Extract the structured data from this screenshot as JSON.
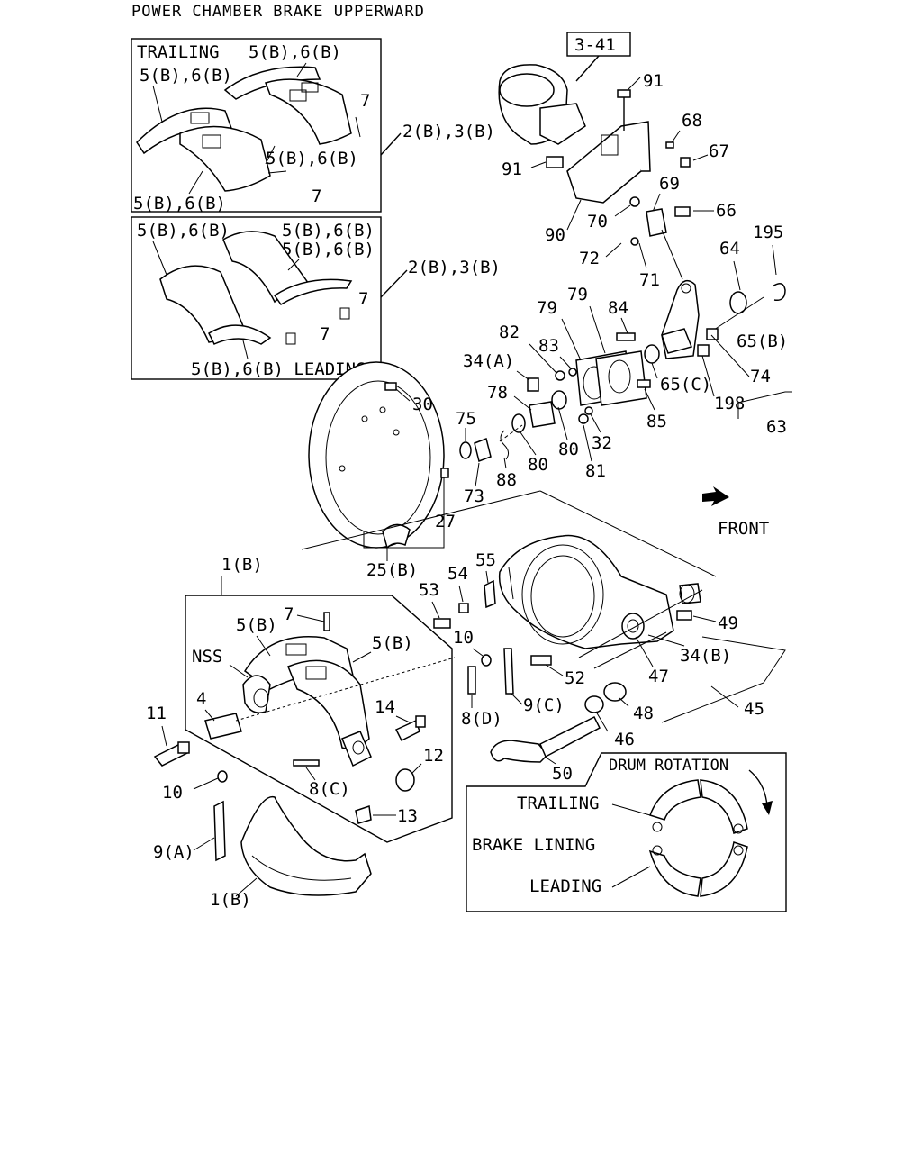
{
  "title": "POWER CHAMBER BRAKE UPPERWARD",
  "ref_box": "3-41",
  "front_label": "FRONT",
  "inset_trailing": {
    "heading": "TRAILING",
    "labels": [
      "5(B),6(B)",
      "5(B),6(B)",
      "7",
      "5(B),6(B)",
      "5(B),6(B)",
      "7"
    ]
  },
  "inset_leading": {
    "labels": [
      "5(B),6(B)",
      "5(B),6(B)",
      "5(B),6(B)",
      "7",
      "7"
    ],
    "footer": "5(B),6(B) LEADING"
  },
  "inset_rotation": {
    "heading": "DRUM ROTATION",
    "trailing": "TRAILING",
    "brake_lining": "BRAKE LINING",
    "leading": "LEADING"
  },
  "callouts": {
    "c23b_top": "2(B),3(B)",
    "c23b_mid": "2(B),3(B)",
    "c91a": "91",
    "c91b": "91",
    "c68": "68",
    "c67": "67",
    "c69": "69",
    "c66": "66",
    "c70": "70",
    "c90": "90",
    "c72": "72",
    "c71": "71",
    "c64": "64",
    "c195": "195",
    "c65b": "65(B)",
    "c79a": "79",
    "c79b": "79",
    "c84": "84",
    "c82": "82",
    "c83": "83",
    "c34a": "34(A)",
    "c74": "74",
    "c65c": "65(C)",
    "c198": "198",
    "c63": "63",
    "c30": "30",
    "c78": "78",
    "c75": "75",
    "c85": "85",
    "c32": "32",
    "c80a": "80",
    "c80b": "80",
    "c81": "81",
    "c88": "88",
    "c73": "73",
    "c27": "27",
    "c25b": "25(B)",
    "c1b_top": "1(B)",
    "c55": "55",
    "c54": "54",
    "c53": "53",
    "c49": "49",
    "c7": "7",
    "c5b_a": "5(B)",
    "c5b_b": "5(B)",
    "cnss": "NSS",
    "c10a": "10",
    "c34b": "34(B)",
    "c4": "4",
    "c52": "52",
    "c47": "47",
    "c8d": "8(D)",
    "c9c": "9(C)",
    "c48": "48",
    "c45": "45",
    "c14": "14",
    "c11": "11",
    "c46": "46",
    "c12": "12",
    "c10b": "10",
    "c8c": "8(C)",
    "c50": "50",
    "c13": "13",
    "c9a": "9(A)",
    "c1b_bot": "1(B)"
  }
}
